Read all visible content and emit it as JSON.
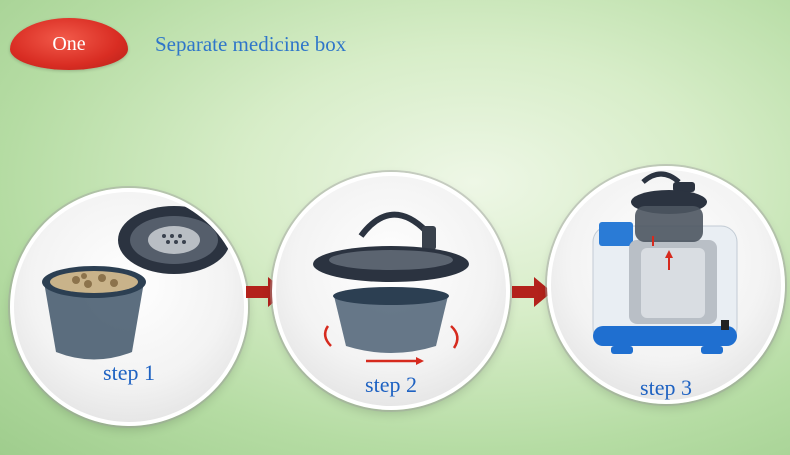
{
  "header": {
    "badge_label": "One",
    "title": "Separate medicine box"
  },
  "steps": [
    {
      "label": "step 1"
    },
    {
      "label": "step 2"
    },
    {
      "label": "step 3"
    }
  ],
  "colors": {
    "badge_red": "#d92d23",
    "title_blue": "#2f76c9",
    "step_label_blue": "#1e62c2",
    "arrow_red": "#b3221b"
  }
}
